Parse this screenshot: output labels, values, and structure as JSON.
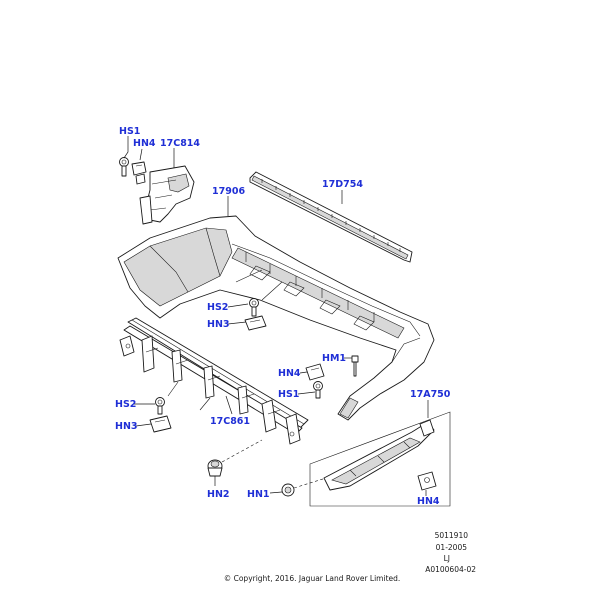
{
  "callouts": {
    "hs1_top": "HS1",
    "hn4_top": "HN4",
    "c17c814": "17C814",
    "c17906": "17906",
    "c17d754": "17D754",
    "hs2_mid": "HS2",
    "hn3_mid": "HN3",
    "hm1": "HM1",
    "hn4_mid": "HN4",
    "hs1_mid": "HS1",
    "c17a750": "17A750",
    "hs2_low": "HS2",
    "hn3_low": "HN3",
    "c17c861": "17C861",
    "hn2": "HN2",
    "hn1": "HN1",
    "hn4_low": "HN4"
  },
  "reference": {
    "code": "5011910",
    "date": "01-2005",
    "initials": "LJ",
    "illustration": "A0100604-02"
  },
  "copyright": "© Copyright, 2016. Jaguar Land Rover Limited.",
  "colors": {
    "callout": "#1f2fd6",
    "line": "#1a1a1a",
    "shade": "#d8d8d8"
  }
}
